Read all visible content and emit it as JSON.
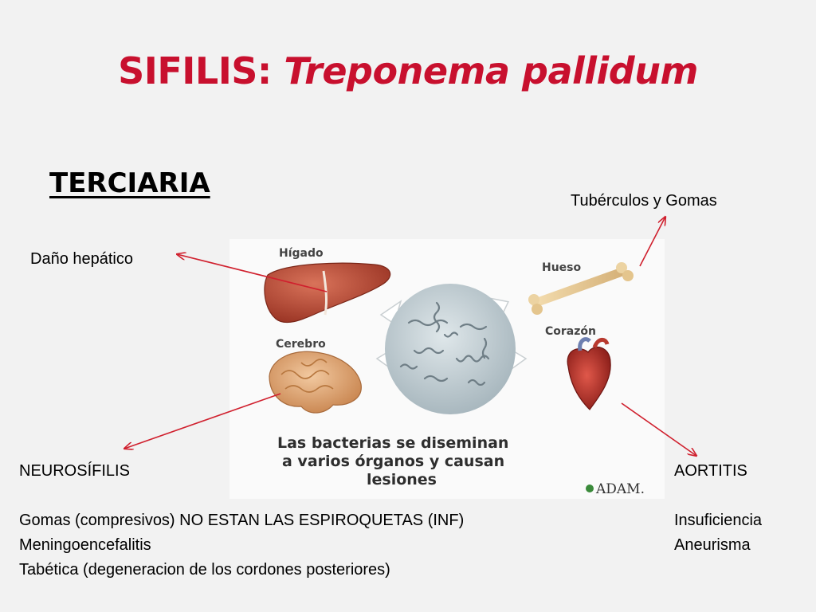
{
  "slide": {
    "title_main": "SIFILIS: ",
    "title_species": "Treponema pallidum",
    "subtitle": "TERCIARIA"
  },
  "callouts": {
    "liver_damage": "Daño hepático",
    "bone_lesions": "Tubérculos y Gomas",
    "neuro_title": "NEUROSÍFILIS",
    "neuro_items": [
      "Gomas (compresivos) NO ESTAN LAS ESPIROQUETAS (INF)",
      "Meningoencefalitis",
      "Tabética (degeneracion de los cordones posteriores)"
    ],
    "aortic_title": "AORTITIS",
    "aortic_items": [
      "Insuficiencia",
      "Aneurisma"
    ]
  },
  "figure": {
    "labels": {
      "liver": "Hígado",
      "brain": "Cerebro",
      "bone": "Hueso",
      "heart": "Corazón"
    },
    "caption": [
      "Las bacterias se diseminan",
      "a varios órganos y causan",
      "lesiones"
    ],
    "credit": "ADAM."
  },
  "colors": {
    "title": "#c8102e",
    "arrow": "#d0202e",
    "background": "#f2f2f2"
  }
}
